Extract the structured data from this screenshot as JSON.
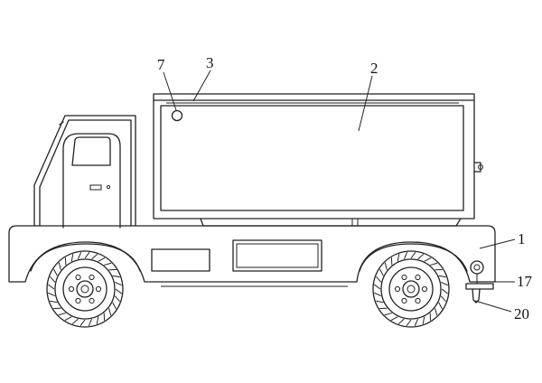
{
  "figure": {
    "labels": [
      {
        "id": "label-7",
        "text": "7"
      },
      {
        "id": "label-3",
        "text": "3"
      },
      {
        "id": "label-2",
        "text": "2"
      },
      {
        "id": "label-1",
        "text": "1"
      },
      {
        "id": "label-17",
        "text": "17"
      },
      {
        "id": "label-20",
        "text": "20"
      }
    ]
  }
}
